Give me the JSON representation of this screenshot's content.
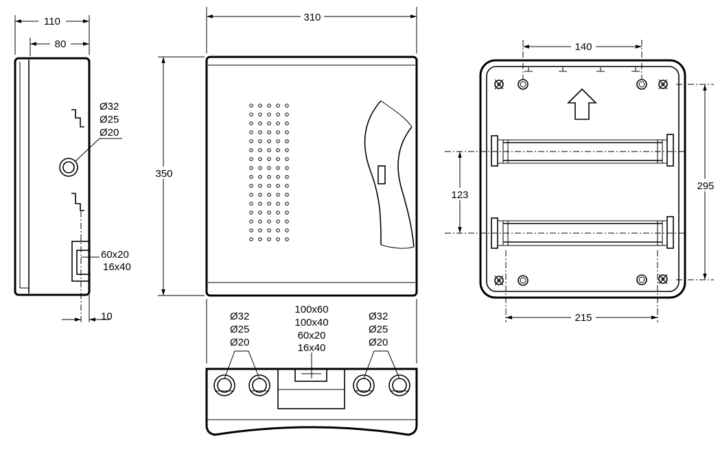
{
  "side_view": {
    "dim_width_outer": "110",
    "dim_width_inner": "80",
    "dim_bottom_offset": "10",
    "knockout_labels": [
      "Ø32",
      "Ø25",
      "Ø20"
    ],
    "cutout_labels": [
      "60x20",
      "16x40"
    ]
  },
  "front_view": {
    "dim_width": "310",
    "dim_height": "350"
  },
  "bottom_view": {
    "left_knockout_labels": [
      "Ø32",
      "Ø25",
      "Ø20"
    ],
    "center_cutout_labels": [
      "100x60",
      "100x40",
      "60x20",
      "16x40"
    ],
    "right_knockout_labels": [
      "Ø32",
      "Ø25",
      "Ø20"
    ]
  },
  "back_view": {
    "dim_top_holes": "140",
    "dim_rail_spacing": "123",
    "dim_vertical_holes": "295",
    "dim_bottom_holes": "215"
  }
}
